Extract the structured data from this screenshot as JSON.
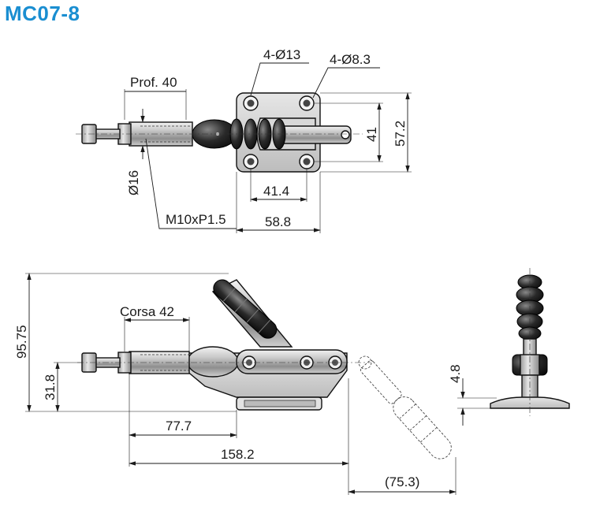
{
  "title": "MC07-8",
  "accent_color": "#1a8ed1",
  "top_view": {
    "labels": {
      "holes_large": "4-Ø13",
      "holes_small": "4-Ø8.3",
      "depth": "Prof. 40",
      "thread": "M10xP1.5",
      "rod_diameter": "Ø16",
      "hole_spacing_x": "41.4",
      "base_width": "58.8",
      "hole_spacing_y": "41",
      "base_height": "57.2"
    }
  },
  "side_view": {
    "labels": {
      "stroke": "Corsa 42",
      "total_height": "95.75",
      "axis_height": "31.8",
      "dim_77": "77.7",
      "total_length": "158.2",
      "open_length": "(75.3)",
      "base_thickness": "4.8"
    }
  }
}
